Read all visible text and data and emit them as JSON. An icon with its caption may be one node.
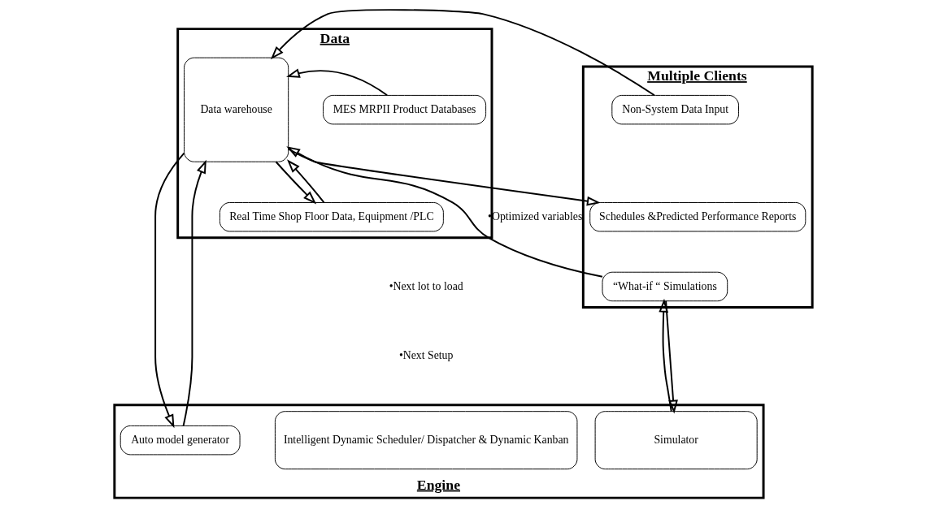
{
  "diagram": {
    "nodes": [
      {
        "text": [
          "Data"
        ]
      },
      {
        "text": [
          "MES MRPII Product Databases"
        ],
        "in": 0
      },
      {
        "text": [
          "Real Time Shop Floor Data, Equipment /PLC"
        ],
        "in": 0
      },
      {
        "text": [
          "Data warehouse"
        ],
        "in": 0
      },
      {
        "text": [
          "Multiple Clients"
        ]
      },
      {
        "text": [
          "Non-System Data Input"
        ],
        "in": 4
      },
      {
        "text": [
          "Schedules &Predicted Performance Reports"
        ],
        "in": 4
      },
      {
        "text": [
          "“What-if “ Simulations"
        ],
        "in": 4
      },
      {
        "text": [
          "Engine"
        ]
      },
      {
        "text": [
          "Intelligent Dynamic Scheduler/ Dispatcher & Dynamic Kanban"
        ],
        "in": 8
      },
      {
        "text": [
          "Auto model generator"
        ],
        "in": 8
      },
      {
        "text": [
          "Simulator"
        ],
        "in": 8
      }
    ],
    "edges": [
      {
        "from": 1,
        "to": 3,
        "arrow": "to"
      },
      {
        "from": 2,
        "to": 3,
        "arrow": "to"
      },
      {
        "from": 5,
        "to": 3,
        "arrow": "to"
      },
      {
        "from": 3,
        "to": 6,
        "arrow": "to"
      },
      {
        "from": 7,
        "to": 3,
        "arrow": "to",
        "label": "•Optimized variables"
      },
      {
        "from": 3,
        "to": 2,
        "arrow": "to"
      },
      {
        "from": 3,
        "to": 10,
        "arrow": "to"
      },
      {
        "from": 10,
        "to": 3,
        "arrow": "to"
      },
      {
        "from": 7,
        "to": 11,
        "arrow": "to"
      },
      {
        "from": 11,
        "to": 7,
        "arrow": "to"
      }
    ],
    "labels": [
      "•Next lot to load",
      "•Next Setup"
    ]
  }
}
